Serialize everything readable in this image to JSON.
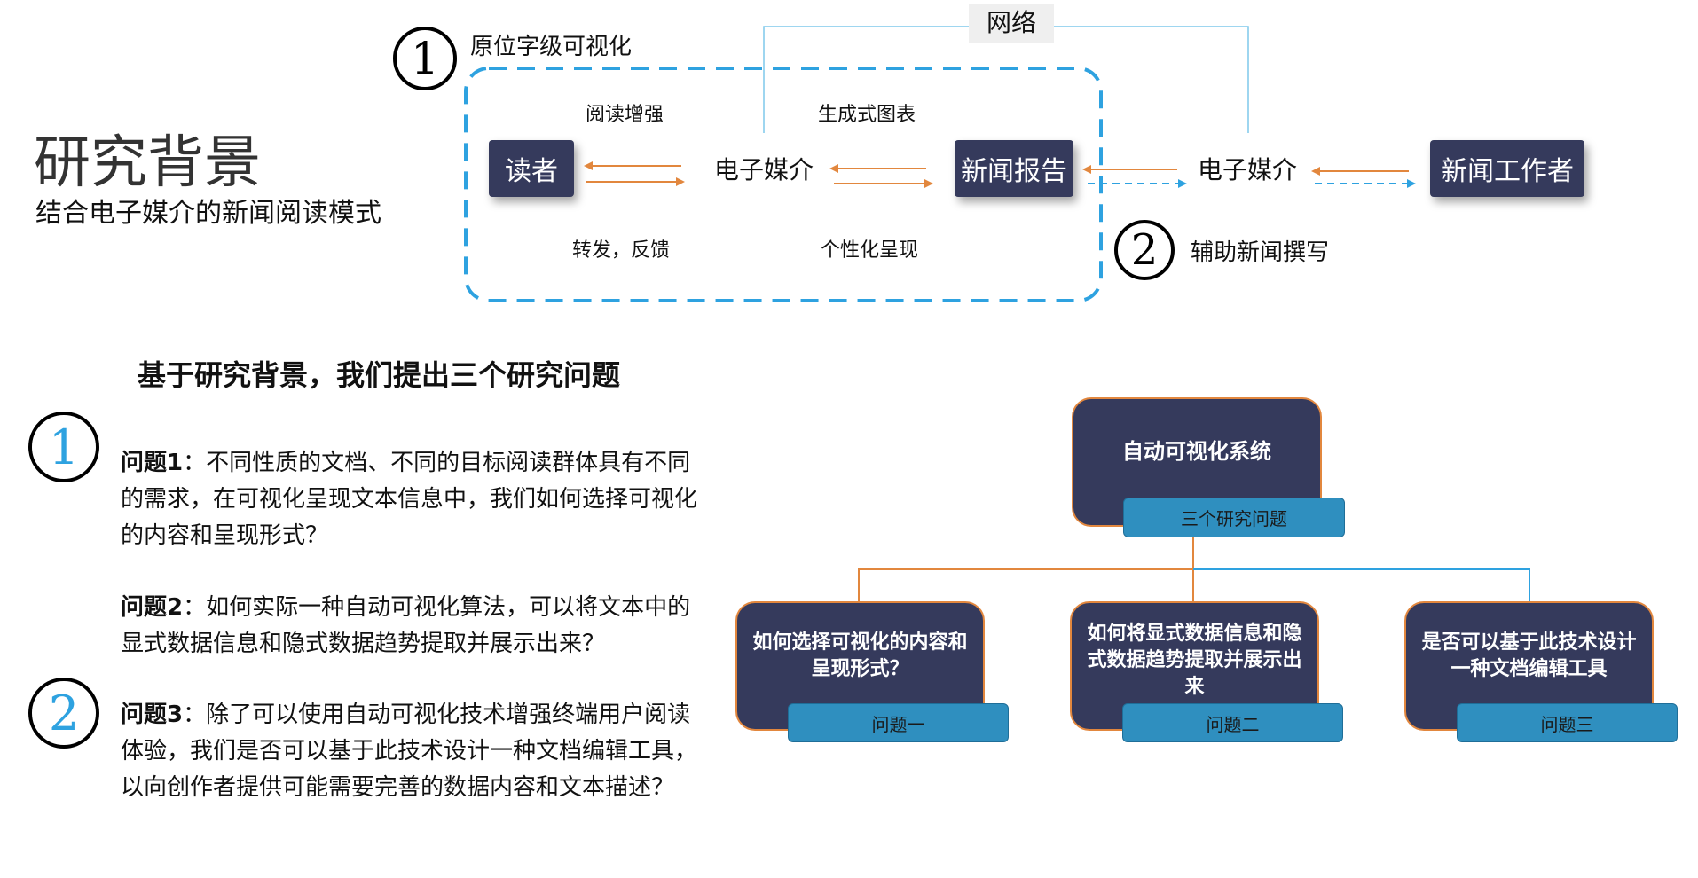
{
  "title": {
    "main": "研究背景",
    "sub": "结合电子媒介的新闻阅读模式"
  },
  "diagram": {
    "network_label": "网络",
    "circle1": "1",
    "circle1_label": "原位字级可视化",
    "circle2": "2",
    "circle2_label": "辅助新闻撰写",
    "reader": "读者",
    "media_left": "电子媒介",
    "news_report": "新闻报告",
    "media_right": "电子媒介",
    "journalist": "新闻工作者",
    "label_read_enhance": "阅读增强",
    "label_generate_chart": "生成式图表",
    "label_forward": "转发，反馈",
    "label_personal": "个性化呈现"
  },
  "questions_heading": "基于研究背景，我们提出三个研究问题",
  "questions": {
    "marker1": "1",
    "marker2": "2",
    "q1_label": "问题1",
    "q1_text": "：不同性质的文档、不同的目标阅读群体具有不同的需求，在可视化呈现文本信息中，我们如何选择可视化的内容和呈现形式？",
    "q2_label": "问题2",
    "q2_text": "：如何实际一种自动可视化算法，可以将文本中的显式数据信息和隐式数据趋势提取并展示出来？",
    "q3_label": "问题3",
    "q3_text": "：除了可以使用自动可视化技术增强终端用户阅读体验，我们是否可以基于此技术设计一种文档编辑工具，以向创作者提供可能需要完善的数据内容和文本描述？"
  },
  "tree": {
    "root_title": "自动可视化系统",
    "root_tag": "三个研究问题",
    "children": [
      {
        "text": "如何选择可视化的内容和呈现形式？",
        "tag": "问题一"
      },
      {
        "text": "如何将显式数据信息和隐式数据趋势提取并展示出来",
        "tag": "问题二"
      },
      {
        "text": "是否可以基于此技术设计一种文档编辑工具",
        "tag": "问题三"
      }
    ]
  },
  "colors": {
    "dark_box": "#353a5c",
    "orange": "#e2873e",
    "blue": "#2ea2e0",
    "tag_blue": "#2f8fbf"
  }
}
